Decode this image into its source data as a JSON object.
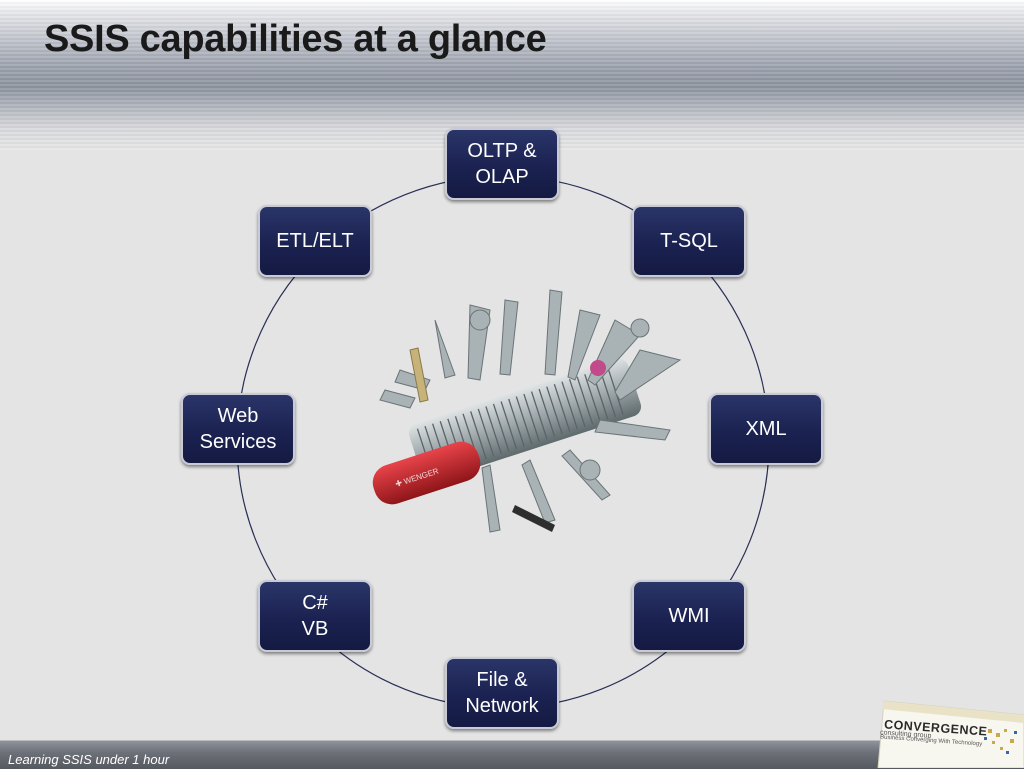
{
  "slide": {
    "title": "SSIS capabilities at a glance",
    "footer": "Learning SSIS under 1 hour"
  },
  "nodes": [
    {
      "id": "oltp",
      "label": "OLTP &\nOLAP"
    },
    {
      "id": "tsql",
      "label": "T-SQL"
    },
    {
      "id": "xml",
      "label": "XML"
    },
    {
      "id": "wmi",
      "label": "WMI"
    },
    {
      "id": "file",
      "label": "File &\nNetwork"
    },
    {
      "id": "csharp",
      "label": "C#\nVB"
    },
    {
      "id": "web",
      "label": "Web\nServices"
    },
    {
      "id": "etl",
      "label": "ETL/ELT"
    }
  ],
  "logo": {
    "name": "CONVERGENCE",
    "tagline": "consulting group",
    "slogan": "Business Converging With Technology"
  },
  "colors": {
    "node_fill": "#1b2251",
    "node_border": "#c8cbd6",
    "background": "#e4e4e4",
    "ring_line": "#2a2f55",
    "knife_red": "#c0262d"
  },
  "center_image": "swiss-army-knife-image"
}
